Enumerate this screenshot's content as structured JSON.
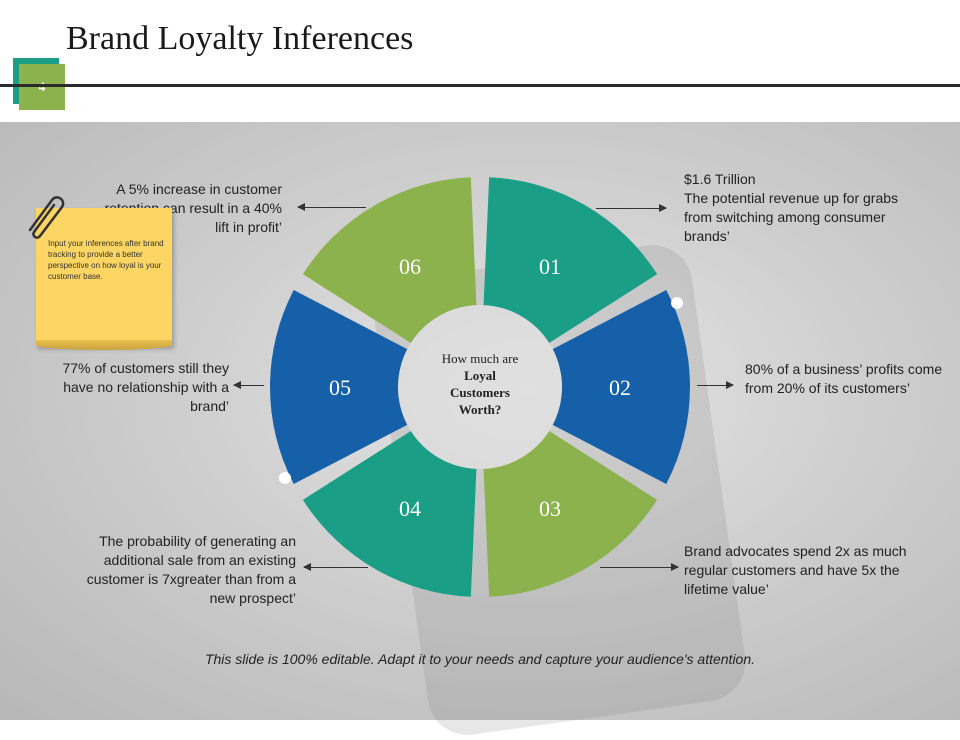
{
  "slide": {
    "title": "Brand Loyalty Inferences",
    "page_number": "4",
    "footer": "This slide is 100% editable. Adapt it to your needs and capture your audience's attention."
  },
  "center": {
    "line1": "How much are",
    "line2": "Loyal",
    "line3": "Customers",
    "line4": "Worth?"
  },
  "segments": [
    {
      "number": "01",
      "color": "#1a9f86",
      "text": "$1.6 Trillion\nThe potential revenue up for grabs from switching among consumer brands’"
    },
    {
      "number": "02",
      "color": "#1560a8",
      "text": "80% of a business’ profits come from 20% of its customers’"
    },
    {
      "number": "03",
      "color": "#8cb24e",
      "text": "Brand advocates spend 2x as much regular customers and have 5x the lifetime value’"
    },
    {
      "number": "04",
      "color": "#1a9f86",
      "text": "The probability of generating an additional sale from an existing customer is 7xgreater than from a new prospect’"
    },
    {
      "number": "05",
      "color": "#1560a8",
      "text": "77% of customers still they have no relationship with a brand’"
    },
    {
      "number": "06",
      "color": "#8cb24e",
      "text": "A 5% increase in customer retention can result in a 40% lift in profit’"
    }
  ],
  "sticky_note": {
    "text": "Input your inferences after brand tracking to provide a better perspective on how loyal is your customer base.",
    "color": "#fcd563"
  },
  "icons": {
    "clip": "paperclip-icon"
  }
}
